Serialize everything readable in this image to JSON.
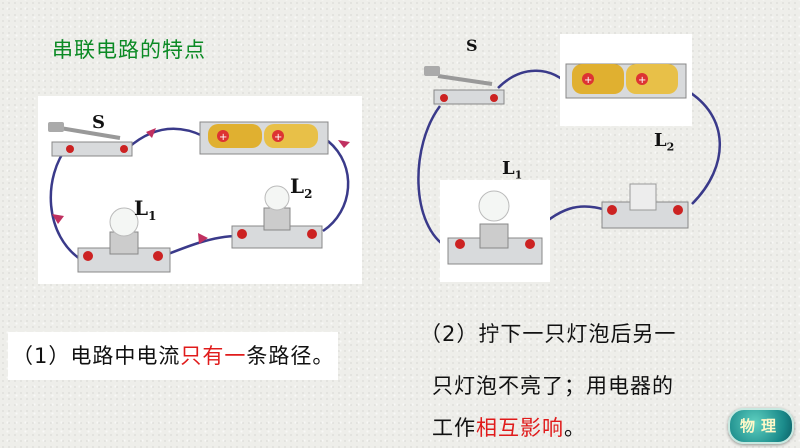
{
  "title": "串联电路的特点",
  "left_figure": {
    "switch_label": "S",
    "lamp1_label": "L",
    "lamp1_sub": "1",
    "lamp2_label": "L",
    "lamp2_sub": "2"
  },
  "right_figure": {
    "switch_label": "S",
    "lamp1_label": "L",
    "lamp1_sub": "1",
    "lamp2_label": "L",
    "lamp2_sub": "2"
  },
  "point1": {
    "prefix": "（1）电路中电流",
    "highlight": "只有一",
    "suffix": "条路径。"
  },
  "point2": {
    "line1": "（2）拧下一只灯泡后另一",
    "line2": "只灯泡不亮了；用电器的",
    "line3_prefix": "工作",
    "line3_highlight": "相互影响",
    "line3_suffix": "。"
  },
  "badge": {
    "text": "物理"
  },
  "colors": {
    "title": "#0b8a24",
    "highlight": "#e01b1b",
    "wire": "#3a3a8a",
    "arrow": "#c03060"
  }
}
